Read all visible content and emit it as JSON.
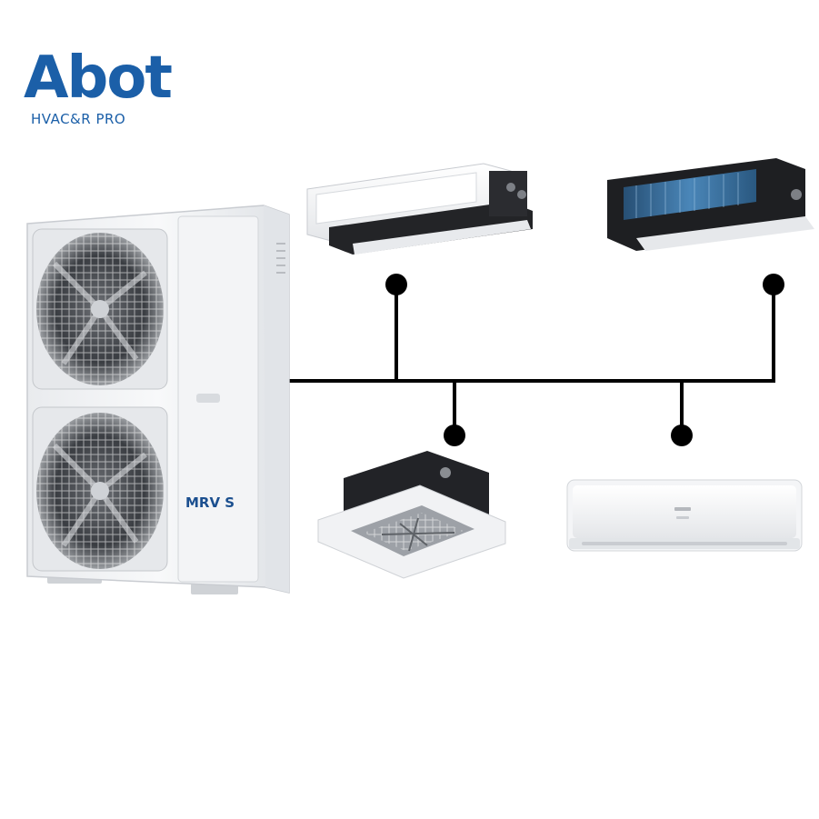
{
  "logo": {
    "brand": "Abot",
    "tagline": "HVAC&R PRO"
  },
  "outdoor_unit": {
    "model_label": "MRV S",
    "fan_count": 2
  },
  "indoor_units": [
    {
      "name": "slim-duct-unit"
    },
    {
      "name": "ducted-unit"
    },
    {
      "name": "cassette-unit"
    },
    {
      "name": "wall-split-unit"
    }
  ],
  "colors": {
    "brand": "#1b5fa8",
    "line": "#000000",
    "unit_body": "#f2f3f5",
    "dark_panel": "#1e1f22",
    "coil": "#2f5f8a"
  }
}
